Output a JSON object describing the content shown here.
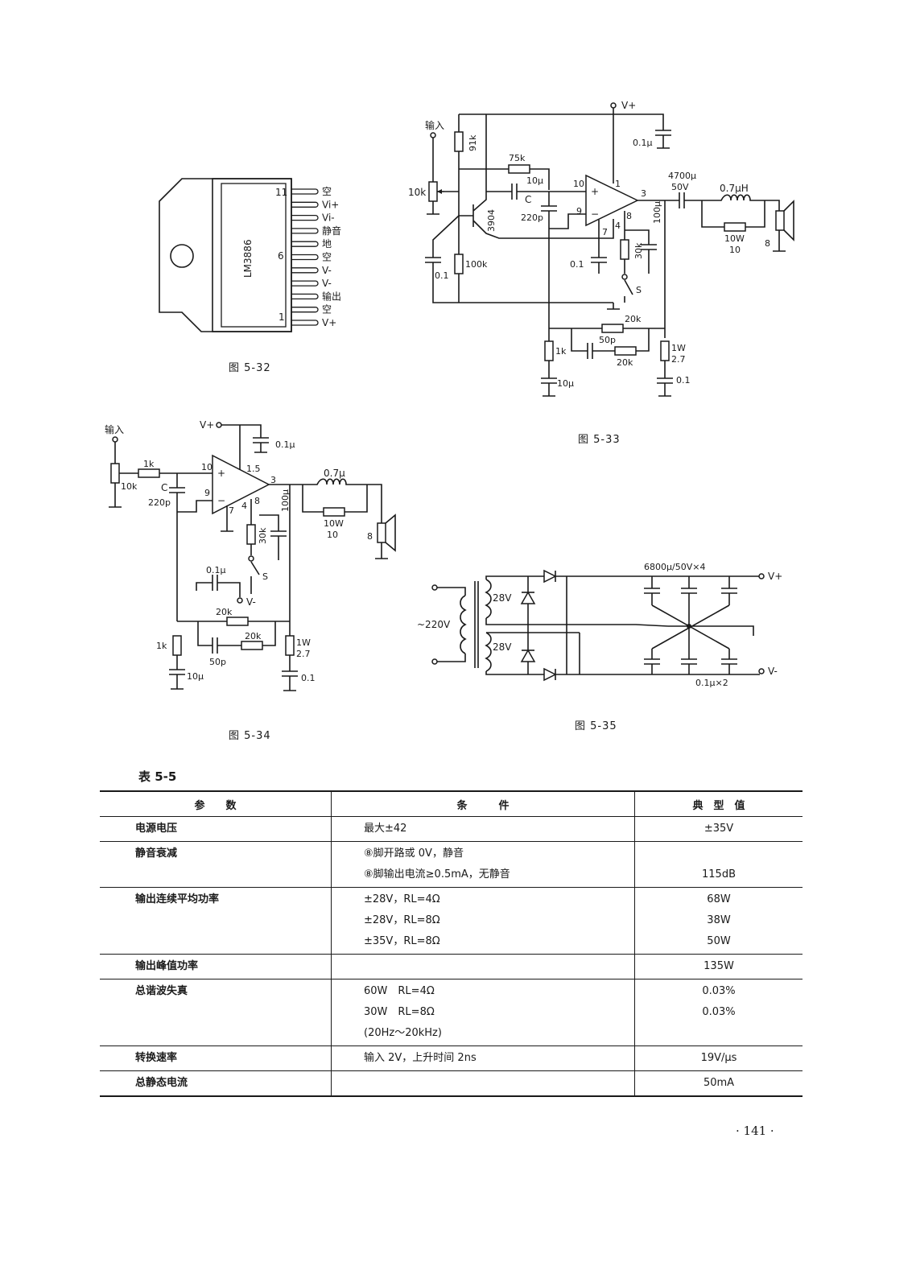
{
  "fig532": {
    "chip": "LM3886",
    "pin_top": "11",
    "pin_mid": "6",
    "pin_bot": "1",
    "pin_labels": [
      "空",
      "Vi+",
      "Vi-",
      "静音",
      "地",
      "空",
      "V-",
      "V-",
      "输出",
      "空",
      "V+"
    ],
    "caption": "图  5-32"
  },
  "fig533": {
    "vplus": "V+",
    "input": "输入",
    "labels": {
      "r91k": "91k",
      "r75k": "75k",
      "c10u": "10μ",
      "pot10k": "10k",
      "cC": "C",
      "c220p": "220p",
      "q3904": "3904",
      "c01a": "0.1",
      "r100k": "100k",
      "c01b": "0.1",
      "c01top": "0.1μ",
      "c4700": "4700μ",
      "v50": "50V",
      "l07": "0.7μH",
      "r10w": "10W",
      "r10": "10",
      "spk8": "8",
      "c100u": "100μ",
      "r30k": "30k",
      "sw": "S",
      "r20k_a": "20k",
      "c50p": "50p",
      "r20k_b": "20k",
      "r1k": "1k",
      "c10u_b": "10μ",
      "r1w": "1W",
      "r27": "2.7",
      "c01c": "0.1",
      "p10": "10",
      "p1": "1",
      "p3": "3",
      "p9": "9",
      "p8": "8",
      "p7": "7",
      "p4": "4"
    },
    "caption": "图  5-33"
  },
  "fig534": {
    "vplus": "V+",
    "vminus": "V-",
    "input": "输入",
    "labels": {
      "pot10k": "10k",
      "r1k": "1k",
      "cC": "C",
      "c220p": "220p",
      "c01top": "0.1μ",
      "p10": "10",
      "p15": "1.5",
      "p3": "3",
      "p9": "9",
      "p7": "7",
      "p4": "4",
      "p8": "8",
      "l07": "0.7μ",
      "r10w": "10W",
      "r10": "10",
      "spk8": "8",
      "c100u": "100μ",
      "r30k": "30k",
      "sw": "S",
      "c01b": "0.1μ",
      "r20k_a": "20k",
      "r20k_b": "20k",
      "c50p": "50p",
      "r1k_b": "1k",
      "c10u": "10μ",
      "r1w": "1W",
      "r27": "2.7",
      "c01c": "0.1"
    },
    "caption": "图  5-34"
  },
  "fig535": {
    "mains": "~220V",
    "sec1": "28V",
    "sec2": "28V",
    "caps": "6800μ/50V×4",
    "caps_small": "0.1μ×2",
    "vplus": "V+",
    "vminus": "V-",
    "caption": "图  5-35"
  },
  "table": {
    "title": "表 5-5",
    "headers": [
      "参　　数",
      "条　　　件",
      "典　型　值"
    ],
    "rows": [
      {
        "param": "电源电压",
        "conds": [
          "最大±42"
        ],
        "vals": [
          "±35V"
        ]
      },
      {
        "param": "静音衰减",
        "conds": [
          "⑧脚开路或 0V，静音",
          "⑧脚输出电流≥0.5mA，无静音"
        ],
        "vals": [
          "",
          "115dB"
        ]
      },
      {
        "param": "输出连续平均功率",
        "conds": [
          "±28V，RL=4Ω",
          "±28V，RL=8Ω",
          "±35V，RL=8Ω"
        ],
        "vals": [
          "68W",
          "38W",
          "50W"
        ]
      },
      {
        "param": "输出峰值功率",
        "conds": [
          ""
        ],
        "vals": [
          "135W"
        ]
      },
      {
        "param": "总谐波失真",
        "conds": [
          "60W　RL=4Ω",
          "30W　RL=8Ω",
          "(20Hz～20kHz)"
        ],
        "vals": [
          "0.03%",
          "0.03%",
          ""
        ]
      },
      {
        "param": "转换速率",
        "conds": [
          "输入 2V，上升时间 2ns"
        ],
        "vals": [
          "19V/μs"
        ]
      },
      {
        "param": "总静态电流",
        "conds": [
          ""
        ],
        "vals": [
          "50mA"
        ]
      }
    ]
  },
  "page_number": "· 141 ·"
}
